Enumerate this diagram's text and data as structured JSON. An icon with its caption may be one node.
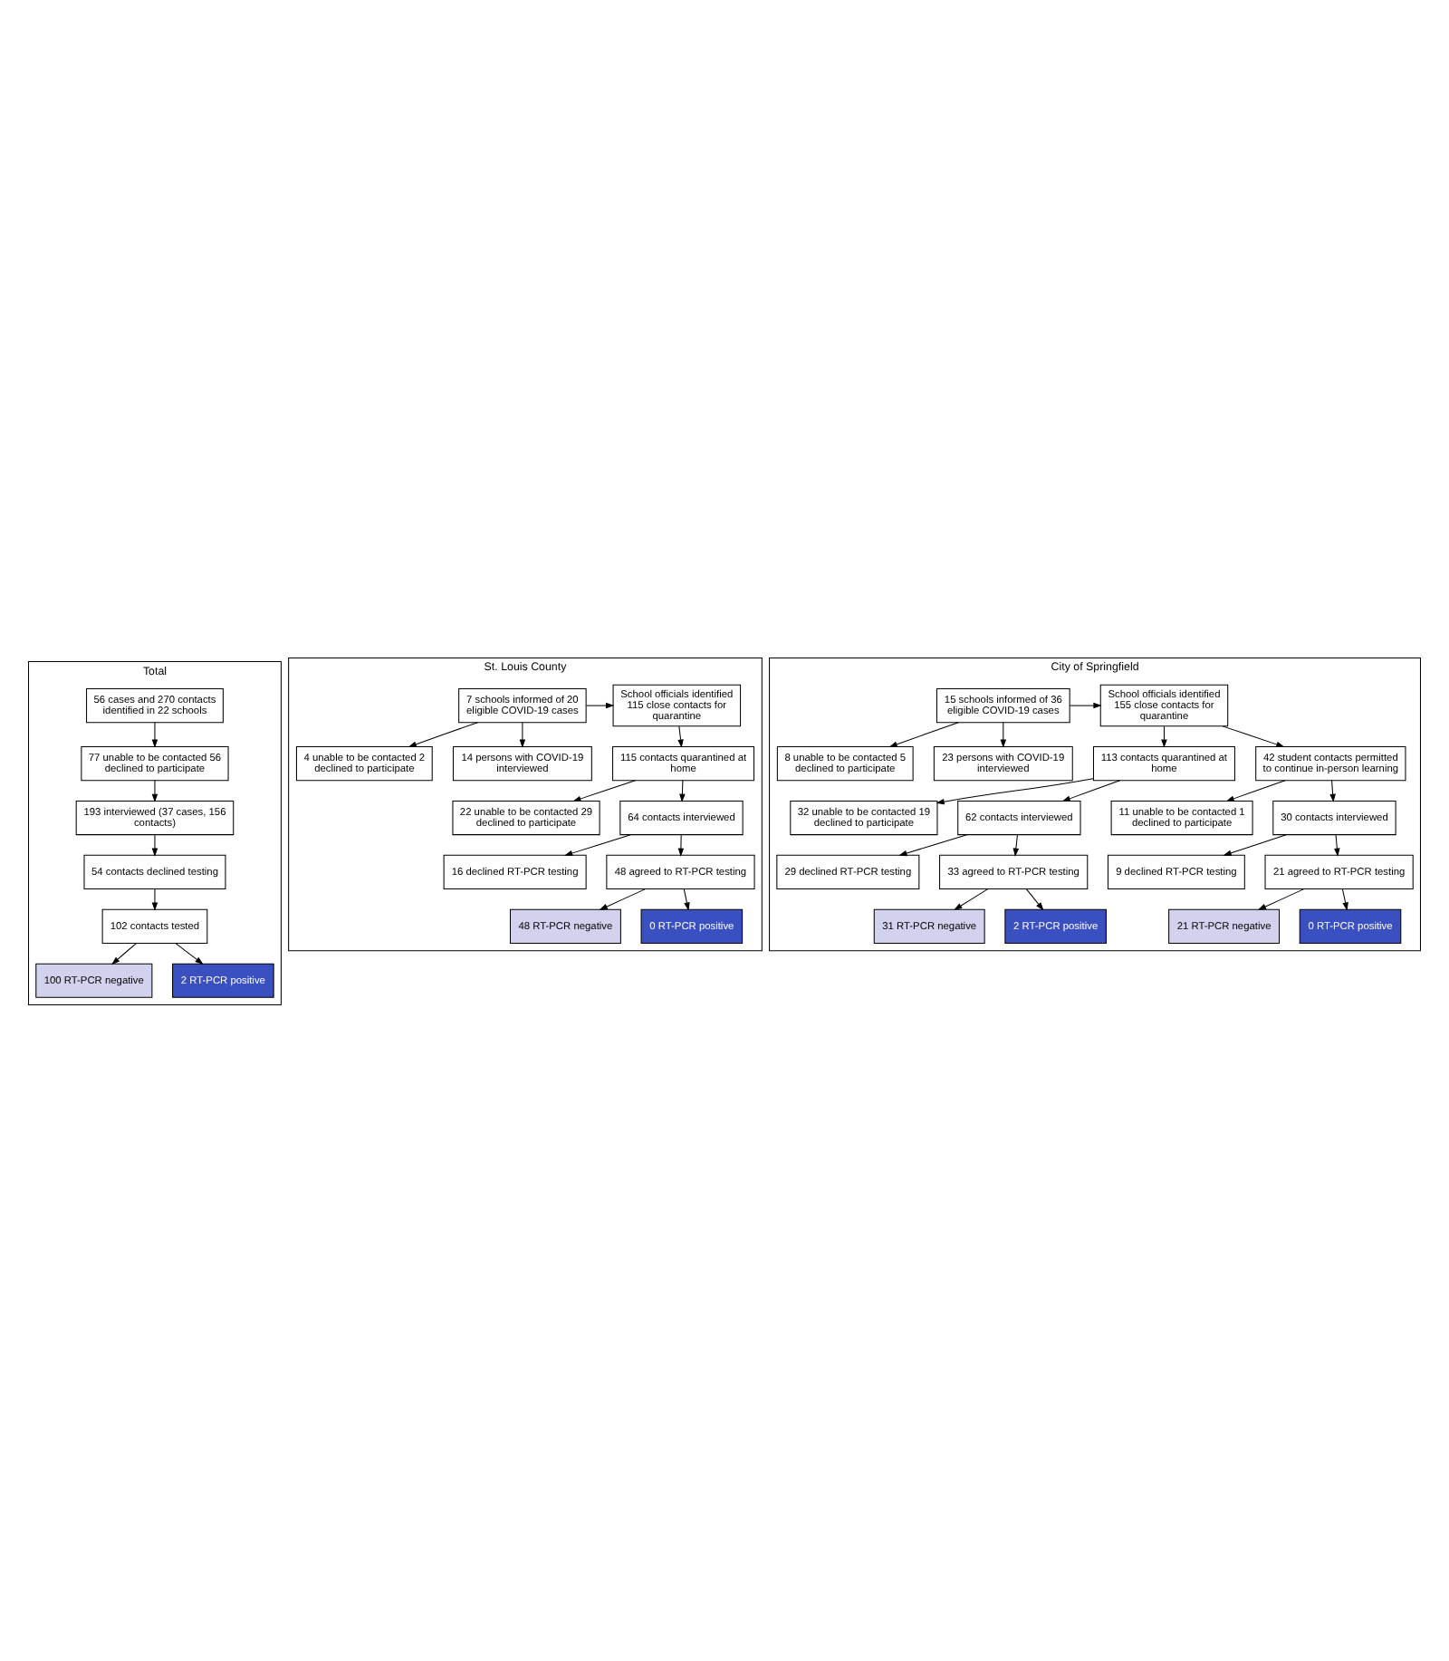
{
  "diagram": {
    "nodes": [
      {
        "text": [
          "Total"
        ]
      },
      {
        "text": [
          "56 cases and 270 contacts identified in 22 schools"
        ],
        "in": 0
      },
      {
        "text": [
          "77 unable to be contacted 56 declined to participate"
        ],
        "in": 0
      },
      {
        "text": [
          "193 interviewed (37 cases, 156 contacts)"
        ],
        "in": 0
      },
      {
        "text": [
          "54 contacts declined testing"
        ],
        "in": 0
      },
      {
        "text": [
          "102 contacts tested"
        ],
        "in": 0
      },
      {
        "text": [
          "100 RT-PCR negative"
        ],
        "in": 0
      },
      {
        "text": [
          "2 RT-PCR positive"
        ],
        "in": 0
      },
      {
        "text": [
          "St. Louis County"
        ]
      },
      {
        "text": [
          "7 schools informed of 20 eligible COVID-19 cases"
        ],
        "in": 8
      },
      {
        "text": [
          "School officials identified 115 close contacts for quarantine"
        ],
        "in": 8
      },
      {
        "text": [
          "4 unable to be contacted 2 declined to participate"
        ],
        "in": 8
      },
      {
        "text": [
          "14 persons with COVID-19 interviewed"
        ],
        "in": 8
      },
      {
        "text": [
          "115 contacts quarantined at home"
        ],
        "in": 8
      },
      {
        "text": [
          "22 unable to be contacted 29 declined to participate"
        ],
        "in": 8
      },
      {
        "text": [
          "64 contacts interviewed"
        ],
        "in": 8
      },
      {
        "text": [
          "16 declined RT-PCR testing"
        ],
        "in": 8
      },
      {
        "text": [
          "48 agreed to RT-PCR testing"
        ],
        "in": 8
      },
      {
        "text": [
          "48 RT-PCR negative"
        ],
        "in": 8
      },
      {
        "text": [
          "0 RT-PCR positive"
        ],
        "in": 8
      },
      {
        "text": [
          "City of Springfield"
        ]
      },
      {
        "text": [
          "15 schools informed of 36 eligible COVID-19 cases"
        ],
        "in": 20
      },
      {
        "text": [
          "School officials identified 155 close contacts for quarantine"
        ],
        "in": 20
      },
      {
        "text": [
          "113 contacts quarantined at home"
        ],
        "in": 20
      },
      {
        "text": [
          "42 student contacts permitted to continue in-person learning"
        ],
        "in": 20
      },
      {
        "text": [
          "8 unable to be contacted 5 declined to participate"
        ],
        "in": 20
      },
      {
        "text": [
          "23 persons with COVID-19 interviewed"
        ],
        "in": 20
      },
      {
        "text": [
          "32 unable to be contacted 19 declined to participate"
        ],
        "in": 20
      },
      {
        "text": [
          "62 contacts interviewed"
        ],
        "in": 20
      },
      {
        "text": [
          "29 declined RT-PCR testing"
        ],
        "in": 20
      },
      {
        "text": [
          "33 agreed to RT-PCR testing"
        ],
        "in": 20
      },
      {
        "text": [
          "11 unable to be contacted 1 declined to participate"
        ],
        "in": 20
      },
      {
        "text": [
          "30 contacts interviewed"
        ],
        "in": 20
      },
      {
        "text": [
          "9 declined RT-PCR testing"
        ],
        "in": 20
      },
      {
        "text": [
          "21 agreed to RT-PCR testing"
        ],
        "in": 20
      },
      {
        "text": [
          "31 RT-PCR negative"
        ],
        "in": 20
      },
      {
        "text": [
          "2 RT-PCR positive"
        ],
        "in": 20
      },
      {
        "text": [
          "21 RT-PCR negative"
        ],
        "in": 20
      },
      {
        "text": [
          "0 RT-PCR positive"
        ],
        "in": 20
      }
    ],
    "edges": [
      {
        "from": 1,
        "to": 2,
        "arrow": "to"
      },
      {
        "from": 2,
        "to": 3,
        "arrow": "to"
      },
      {
        "from": 3,
        "to": 4,
        "arrow": "to"
      },
      {
        "from": 4,
        "to": 5,
        "arrow": "to"
      },
      {
        "from": 5,
        "to": 6,
        "arrow": "to"
      },
      {
        "from": 5,
        "to": 7,
        "arrow": "to"
      },
      {
        "from": 9,
        "to": 10,
        "arrow": "to"
      },
      {
        "from": 9,
        "to": 11,
        "arrow": "to"
      },
      {
        "from": 9,
        "to": 12,
        "arrow": "to"
      },
      {
        "from": 10,
        "to": 13,
        "arrow": "to"
      },
      {
        "from": 13,
        "to": 14,
        "arrow": "to"
      },
      {
        "from": 13,
        "to": 15,
        "arrow": "to"
      },
      {
        "from": 15,
        "to": 16,
        "arrow": "to"
      },
      {
        "from": 15,
        "to": 17,
        "arrow": "to"
      },
      {
        "from": 17,
        "to": 18,
        "arrow": "to"
      },
      {
        "from": 17,
        "to": 19,
        "arrow": "to"
      },
      {
        "from": 21,
        "to": 22,
        "arrow": "to"
      },
      {
        "from": 21,
        "to": 25,
        "arrow": "to"
      },
      {
        "from": 21,
        "to": 26,
        "arrow": "to"
      },
      {
        "from": 22,
        "to": 23,
        "arrow": "to"
      },
      {
        "from": 22,
        "to": 24,
        "arrow": "to"
      },
      {
        "from": 23,
        "to": 27,
        "arrow": "to"
      },
      {
        "from": 23,
        "to": 28,
        "arrow": "to"
      },
      {
        "from": 28,
        "to": 29,
        "arrow": "to"
      },
      {
        "from": 28,
        "to": 30,
        "arrow": "to"
      },
      {
        "from": 30,
        "to": 35,
        "arrow": "to"
      },
      {
        "from": 30,
        "to": 36,
        "arrow": "to"
      },
      {
        "from": 24,
        "to": 31,
        "arrow": "to"
      },
      {
        "from": 24,
        "to": 32,
        "arrow": "to"
      },
      {
        "from": 32,
        "to": 33,
        "arrow": "to"
      },
      {
        "from": 32,
        "to": 34,
        "arrow": "to"
      },
      {
        "from": 34,
        "to": 37,
        "arrow": "to"
      },
      {
        "from": 34,
        "to": 38,
        "arrow": "to"
      }
    ]
  }
}
